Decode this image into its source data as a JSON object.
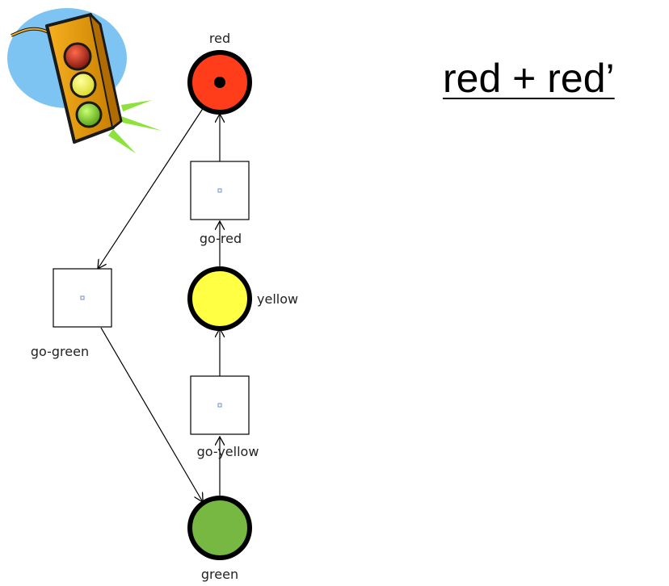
{
  "heading": "red + red’",
  "colors": {
    "red_place": "#ff3d1a",
    "yellow_place": "#ffff44",
    "green_place": "#77b843",
    "outline": "#000000",
    "transition_marker": "#6d8ed6"
  },
  "places": {
    "red": {
      "label": "red",
      "tokens": 1
    },
    "yellow": {
      "label": "yellow",
      "tokens": 0
    },
    "green": {
      "label": "green",
      "tokens": 0
    }
  },
  "transitions": {
    "go_red": {
      "label": "go-red"
    },
    "go_yellow": {
      "label": "go-yellow"
    },
    "go_green": {
      "label": "go-green"
    }
  },
  "decoration": {
    "icon": "traffic-light-icon"
  }
}
